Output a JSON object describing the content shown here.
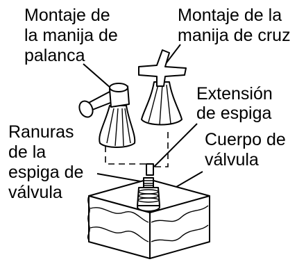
{
  "labels": {
    "lever_handle": [
      "Montaje de",
      "la manija de",
      "palanca"
    ],
    "cross_handle": [
      "Montaje de la",
      "manija de cruz"
    ],
    "stem_extension": [
      "Extensión",
      "de espiga"
    ],
    "stem_grooves": [
      "Ranuras",
      "de la",
      "espiga de",
      "válvula"
    ],
    "valve_body": [
      "Cuerpo de",
      "válvula"
    ]
  },
  "colors": {
    "ink": "#000000",
    "paper": "#ffffff"
  }
}
